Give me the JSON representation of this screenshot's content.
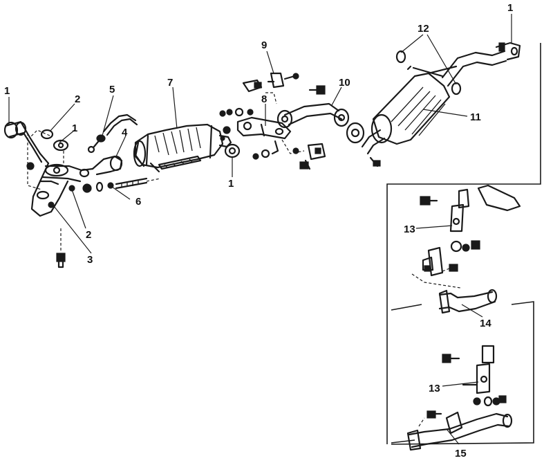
{
  "callouts": {
    "c1a": "1",
    "c1b": "1",
    "c1c": "1",
    "c1d": "1",
    "c2a": "2",
    "c2b": "2",
    "c3": "3",
    "c4": "4",
    "c5": "5",
    "c6": "6",
    "c7": "7",
    "c8": "8",
    "c9": "9",
    "c10": "10",
    "c11": "11",
    "c12": "12",
    "c13a": "13",
    "c13b": "13",
    "c14": "14",
    "c15": "15"
  }
}
